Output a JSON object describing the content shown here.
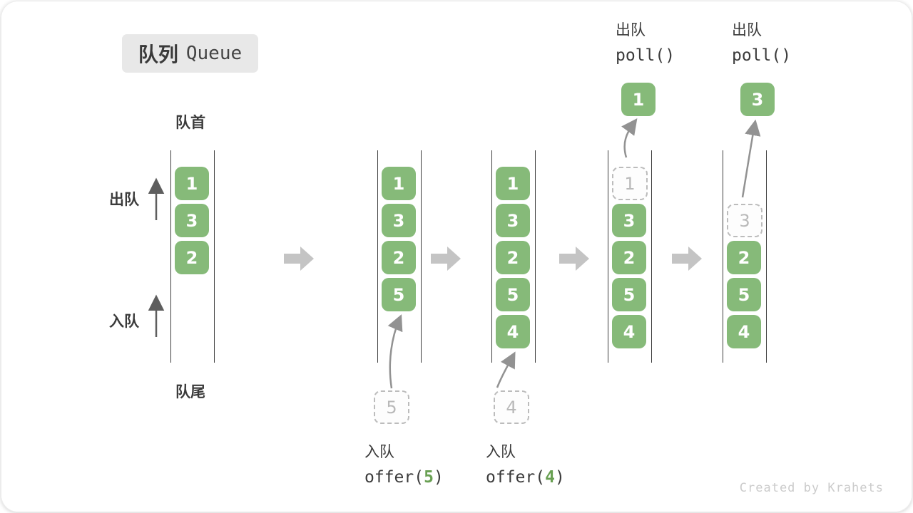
{
  "title": {
    "zh": "队列",
    "en": "Queue"
  },
  "side_labels": {
    "front": "队首",
    "rear": "队尾",
    "dequeue": "出队",
    "enqueue": "入队"
  },
  "captions": {
    "poll_zh": "出队",
    "poll_fn": "poll()",
    "offer_zh": "入队",
    "offer_fn_open": "offer(",
    "offer_fn_close": ")"
  },
  "columns": [
    {
      "name": "initial-state",
      "slots": [
        {
          "value": "1"
        },
        {
          "value": "3"
        },
        {
          "value": "2"
        }
      ]
    },
    {
      "name": "after-offer-5",
      "slots": [
        {
          "value": "1"
        },
        {
          "value": "3"
        },
        {
          "value": "2"
        },
        {
          "value": "5"
        }
      ],
      "incoming": "5",
      "offer_arg": "5"
    },
    {
      "name": "after-offer-4",
      "slots": [
        {
          "value": "1"
        },
        {
          "value": "3"
        },
        {
          "value": "2"
        },
        {
          "value": "5"
        },
        {
          "value": "4"
        }
      ],
      "incoming": "4",
      "offer_arg": "4"
    },
    {
      "name": "after-poll-1",
      "removed": "1",
      "slots": [
        {
          "value": "3"
        },
        {
          "value": "2"
        },
        {
          "value": "5"
        },
        {
          "value": "4"
        }
      ],
      "polled": "1"
    },
    {
      "name": "after-poll-3",
      "removed": "3",
      "slots": [
        {
          "value": "2"
        },
        {
          "value": "5"
        },
        {
          "value": "4"
        }
      ],
      "polled": "3"
    }
  ],
  "watermark": "Created by Krahets",
  "colors": {
    "item_green": "#86ba79",
    "item_text": "#ffffff",
    "rail_line": "#3f3f3f",
    "dashed_gray": "#bcbcbc",
    "block_arrow_gray": "#c4c4c4",
    "curved_arrow_gray": "#929292",
    "side_arrow_dark": "#5e5e5e",
    "label_dark": "#3b3b3b",
    "title_bg": "#e8e8e8",
    "fn_arg_green": "#69a053",
    "watermark_gray": "#cbcbcb"
  }
}
